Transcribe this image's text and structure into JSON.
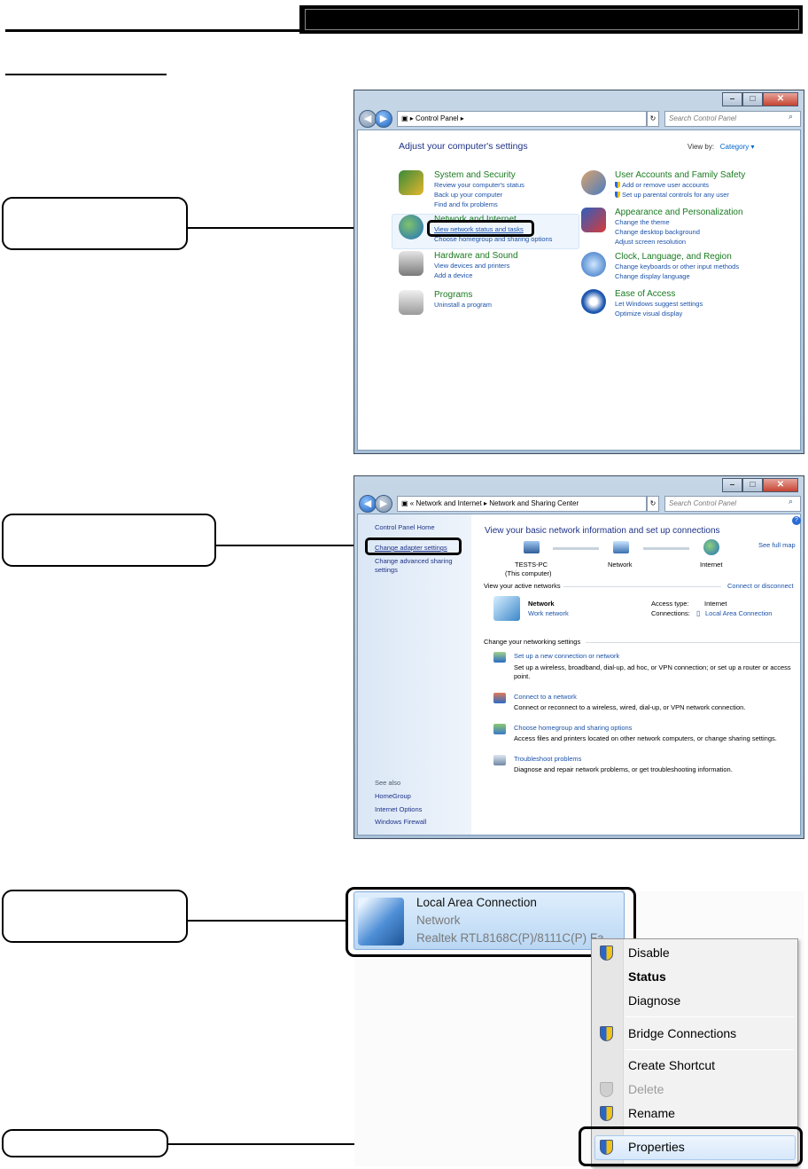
{
  "control_panel": {
    "address": "Control Panel",
    "search_placeholder": "Search Control Panel",
    "title": "Adjust your computer's settings",
    "view_by_label": "View by:",
    "view_by_value": "Category",
    "categories": [
      {
        "title": "System and Security",
        "links": [
          "Review your computer's status",
          "Back up your computer",
          "Find and fix problems"
        ]
      },
      {
        "title": "Network and Internet",
        "links": [
          "View network status and tasks",
          "Choose homegroup and sharing options"
        ]
      },
      {
        "title": "Hardware and Sound",
        "links": [
          "View devices and printers",
          "Add a device"
        ]
      },
      {
        "title": "Programs",
        "links": [
          "Uninstall a program"
        ]
      },
      {
        "title": "User Accounts and Family Safety",
        "links": [
          "Add or remove user accounts",
          "Set up parental controls for any user"
        ]
      },
      {
        "title": "Appearance and Personalization",
        "links": [
          "Change the theme",
          "Change desktop background",
          "Adjust screen resolution"
        ]
      },
      {
        "title": "Clock, Language, and Region",
        "links": [
          "Change keyboards or other input methods",
          "Change display language"
        ]
      },
      {
        "title": "Ease of Access",
        "links": [
          "Let Windows suggest settings",
          "Optimize visual display"
        ]
      }
    ]
  },
  "sharing_center": {
    "address_prefix": "«",
    "address_parts": [
      "Network and Internet",
      "Network and Sharing Center"
    ],
    "search_placeholder": "Search Control Panel",
    "help_icon_label": "?",
    "sidebar": {
      "home": "Control Panel Home",
      "links": [
        "Change adapter settings",
        "Change advanced sharing settings"
      ],
      "see_also": "See also",
      "see_also_links": [
        "HomeGroup",
        "Internet Options",
        "Windows Firewall"
      ]
    },
    "title": "View your basic network information and set up connections",
    "see_full_map": "See full map",
    "map": {
      "pc_name": "TESTS-PC",
      "pc_sub": "(This computer)",
      "network": "Network",
      "internet": "Internet"
    },
    "active_networks_label": "View your active networks",
    "connect_or_disconnect": "Connect or disconnect",
    "active": {
      "name": "Network",
      "type": "Work network",
      "access_type_label": "Access type:",
      "access_type_value": "Internet",
      "connections_label": "Connections:",
      "connections_value": "Local Area Connection"
    },
    "change_settings_label": "Change your networking settings",
    "tasks": [
      {
        "link": "Set up a new connection or network",
        "desc": "Set up a wireless, broadband, dial-up, ad hoc, or VPN connection; or set up a router or access",
        "desc2": "point."
      },
      {
        "link": "Connect to a network",
        "desc": "Connect or reconnect to a wireless, wired, dial-up, or VPN network connection."
      },
      {
        "link": "Choose homegroup and sharing options",
        "desc": "Access files and printers located on other network computers, or change sharing settings."
      },
      {
        "link": "Troubleshoot problems",
        "desc": "Diagnose and repair network problems, or get troubleshooting information."
      }
    ]
  },
  "adapter": {
    "name": "Local Area Connection",
    "network": "Network",
    "device": "Realtek RTL8168C(P)/8111C(P) Fa"
  },
  "context_menu": {
    "items": [
      {
        "label": "Disable",
        "shield": true
      },
      {
        "label": "Status",
        "bold": true
      },
      {
        "label": "Diagnose"
      },
      {
        "label": "Bridge Connections",
        "shield": true
      },
      {
        "label": "Create Shortcut"
      },
      {
        "label": "Delete",
        "disabled": true,
        "shield": true
      },
      {
        "label": "Rename",
        "shield": true
      },
      {
        "label": "Properties",
        "shield": true
      }
    ]
  },
  "window_buttons": {
    "minimize": "–",
    "maximize": "□",
    "close": "✕"
  },
  "colors": {
    "link": "#1b52a8",
    "category_title": "#1a7a20",
    "heading": "#1e3287"
  }
}
